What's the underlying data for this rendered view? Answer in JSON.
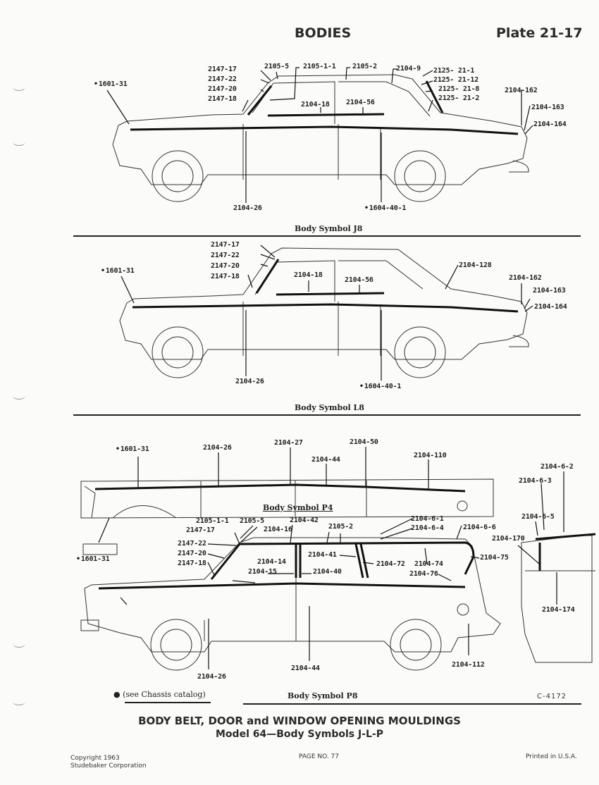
{
  "header": {
    "section": "BODIES",
    "plate": "Plate 21-17"
  },
  "diagrams": [
    {
      "caption": "Body Symbol J8",
      "labels": [
        {
          "id": "2147-17"
        },
        {
          "id": "2147-22"
        },
        {
          "id": "2147-20"
        },
        {
          "id": "2147-18"
        },
        {
          "id": "2105-5"
        },
        {
          "id": "2105-1-1"
        },
        {
          "id": "2105-2"
        },
        {
          "id": "2104-9"
        },
        {
          "id": "2125- 21-1"
        },
        {
          "id": "2125- 21-12"
        },
        {
          "id": "2125- 21-8"
        },
        {
          "id": "2125- 21-2"
        },
        {
          "id": "1601-31",
          "chassis_ref": true
        },
        {
          "id": "2104-18"
        },
        {
          "id": "2104-56"
        },
        {
          "id": "2104-162"
        },
        {
          "id": "2104-163"
        },
        {
          "id": "2104-164"
        },
        {
          "id": "2104-26"
        },
        {
          "id": "1604-40-1",
          "chassis_ref": true
        }
      ]
    },
    {
      "caption": "Body Symbol L8",
      "labels": [
        {
          "id": "2147-17"
        },
        {
          "id": "2147-22"
        },
        {
          "id": "2147-20"
        },
        {
          "id": "2147-18"
        },
        {
          "id": "1601-31",
          "chassis_ref": true
        },
        {
          "id": "2104-18"
        },
        {
          "id": "2104-56"
        },
        {
          "id": "2104-128"
        },
        {
          "id": "2104-162"
        },
        {
          "id": "2104-163"
        },
        {
          "id": "2104-164"
        },
        {
          "id": "2104-26"
        },
        {
          "id": "1604-40-1",
          "chassis_ref": true
        }
      ]
    },
    {
      "caption": "Body Symbol P4",
      "labels": [
        {
          "id": "1601-31",
          "chassis_ref": true
        },
        {
          "id": "2104-26"
        },
        {
          "id": "2104-27"
        },
        {
          "id": "2104-44"
        },
        {
          "id": "2104-50"
        },
        {
          "id": "2104-110"
        }
      ]
    },
    {
      "caption": "Body Symbol P8",
      "labels": [
        {
          "id": "2105-1-1"
        },
        {
          "id": "2105-5"
        },
        {
          "id": "2104-42"
        },
        {
          "id": "2104-16"
        },
        {
          "id": "2105-2"
        },
        {
          "id": "2147-17"
        },
        {
          "id": "2147-22"
        },
        {
          "id": "2147-20"
        },
        {
          "id": "2147-18"
        },
        {
          "id": "1601-31",
          "chassis_ref": true
        },
        {
          "id": "2104-14"
        },
        {
          "id": "2104-15"
        },
        {
          "id": "2104-40"
        },
        {
          "id": "2104-41"
        },
        {
          "id": "2104-72"
        },
        {
          "id": "2104-74"
        },
        {
          "id": "2104-75"
        },
        {
          "id": "2104-76"
        },
        {
          "id": "2104-6-1"
        },
        {
          "id": "2104-6-4"
        },
        {
          "id": "2104-6-6"
        },
        {
          "id": "2104-6-2"
        },
        {
          "id": "2104-6-3"
        },
        {
          "id": "2104-6-5"
        },
        {
          "id": "2104-170"
        },
        {
          "id": "2104-174"
        },
        {
          "id": "2104-26"
        },
        {
          "id": "2104-44"
        },
        {
          "id": "2104-112"
        }
      ]
    }
  ],
  "legend": {
    "bullet_note": "(see Chassis catalog)"
  },
  "drawing_number": "C-4172",
  "footer": {
    "title_line1": "BODY BELT, DOOR and WINDOW OPENING MOULDINGS",
    "title_line2": "Model 64—Body Symbols J-L-P",
    "copyright_line1": "Copyright 1963",
    "copyright_line2": "Studebaker Corporation",
    "page": "PAGE NO. 77",
    "printed": "Printed in U.S.A."
  }
}
